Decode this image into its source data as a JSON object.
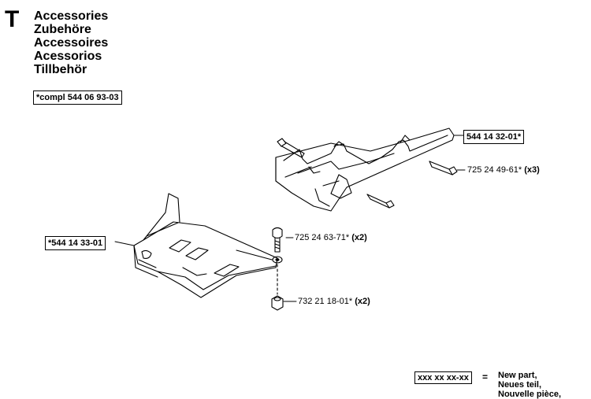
{
  "section": {
    "letter": "T"
  },
  "titles": [
    "Accessories",
    "Zubehöre",
    "Accessoires",
    "Acessorios",
    "Tillbehör"
  ],
  "kit": {
    "label": "*compl 544 06 93-03"
  },
  "parts": {
    "guard_upper": {
      "label": "544 14 32-01*"
    },
    "guard_lower": {
      "label": "*544 14 33-01"
    },
    "screw_upper": {
      "number": "725 24 49-61*",
      "qty": "(x3)"
    },
    "screw_lower": {
      "number": "725 24 63-71*",
      "qty": "(x2)"
    },
    "nut": {
      "number": "732 21 18-01*",
      "qty": "(x2)"
    }
  },
  "legend": {
    "code": "xxx xx xx-xx",
    "equals": "=",
    "lines": [
      "New part,",
      "Neues teil,",
      "Nouvelle pièce,"
    ]
  }
}
